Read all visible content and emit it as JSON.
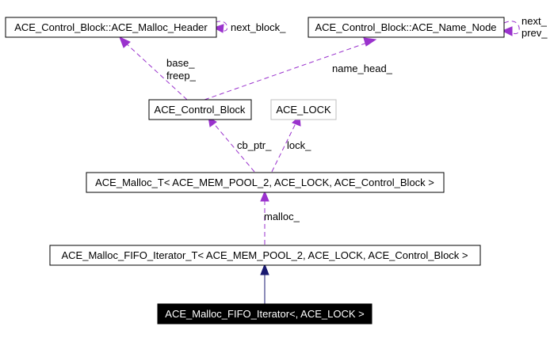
{
  "colors": {
    "background": "#ffffff",
    "node_border": "#000000",
    "node_border_muted": "#bfbfbf",
    "focus_node_fill": "#000000",
    "focus_node_text": "#ffffff",
    "usage_edge": "#9a32cd",
    "inheritance_edge": "#191970"
  },
  "nodes": {
    "malloc_header": "ACE_Control_Block::ACE_Malloc_Header",
    "name_node": "ACE_Control_Block::ACE_Name_Node",
    "control_block": "ACE_Control_Block",
    "ace_lock": "ACE_LOCK",
    "malloc_t": "ACE_Malloc_T< ACE_MEM_POOL_2, ACE_LOCK, ACE_Control_Block >",
    "fifo_iterator_t": "ACE_Malloc_FIFO_Iterator_T< ACE_MEM_POOL_2, ACE_LOCK, ACE_Control_Block >",
    "fifo_iterator": "ACE_Malloc_FIFO_Iterator<, ACE_LOCK >"
  },
  "edge_labels": {
    "next_block": "next_block_",
    "next": "next_",
    "prev": "prev_",
    "base": "base_",
    "freep": "freep_",
    "name_head": "name_head_",
    "cb_ptr": "cb_ptr_",
    "lock": "lock_",
    "malloc": "malloc_"
  }
}
